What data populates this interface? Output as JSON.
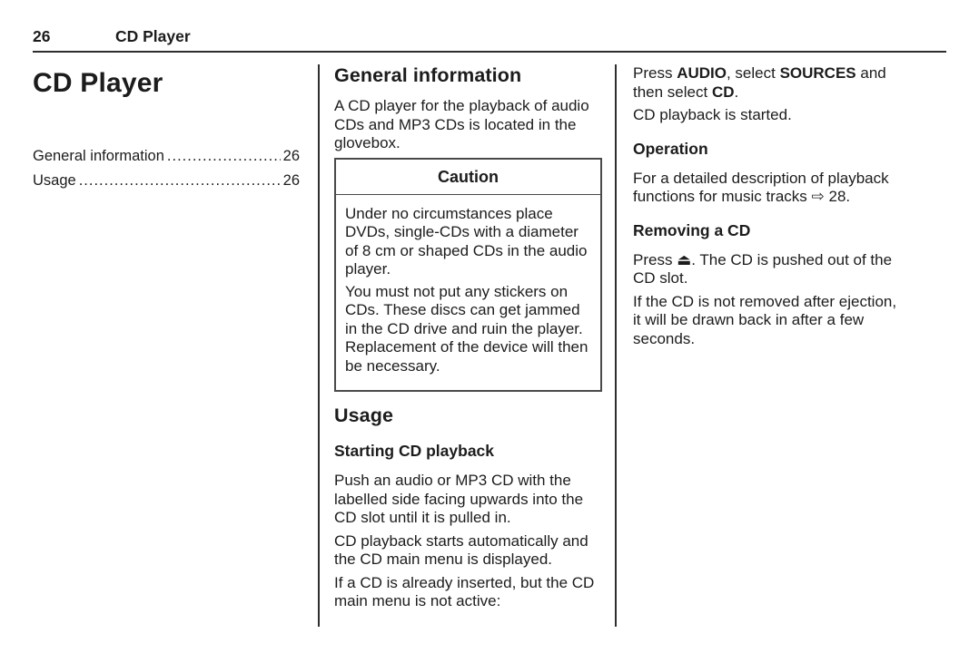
{
  "page_header": {
    "page_number": "26",
    "chapter": "CD Player"
  },
  "left_column": {
    "title": "CD Player",
    "toc": [
      {
        "label": "General information",
        "dots": "........................................................",
        "page": "26"
      },
      {
        "label": "Usage",
        "dots": "........................................................................",
        "page": "26"
      }
    ]
  },
  "middle_column": {
    "heading": "General information",
    "intro": "A CD player for the playback of audio CDs and MP3 CDs is located in the glovebox.",
    "caution_box": {
      "title": "Caution",
      "p1": "Under no circumstances place DVDs, single-CDs with a diameter of 8 cm or shaped CDs in the audio player.",
      "p2": "You must not put any stickers on CDs. These discs can get jammed in the CD drive and ruin the player. Replacement of the device will then be necessary."
    },
    "usage_heading": "Usage",
    "starting_subheading": "Starting CD playback",
    "p1": "Push an audio or MP3 CD with the labelled side facing upwards into the CD slot until it is pulled in.",
    "p2": "CD playback starts automatically and the CD main menu is displayed.",
    "p3": "If a CD is already inserted, but the CD main menu is not active:"
  },
  "right_column": {
    "press_line": {
      "t1": "Press ",
      "b1": "AUDIO",
      "t2": ", select ",
      "b2": "SOURCES",
      "t3": " and then select ",
      "b3": "CD",
      "t4": "."
    },
    "started_line": "CD playback is started.",
    "operation_heading": "Operation",
    "operation_line": {
      "t1": "For a detailed description of playback functions for music tracks ",
      "ref_icon": "⇨",
      "t2": " 28."
    },
    "removing_heading": "Removing a CD",
    "eject_line": {
      "t1": "Press ",
      "eject_icon": "⏏",
      "t2": ". The CD is pushed out of the CD slot."
    },
    "p_last": "If the CD is not removed after ejection, it will be drawn back in after a few seconds."
  }
}
